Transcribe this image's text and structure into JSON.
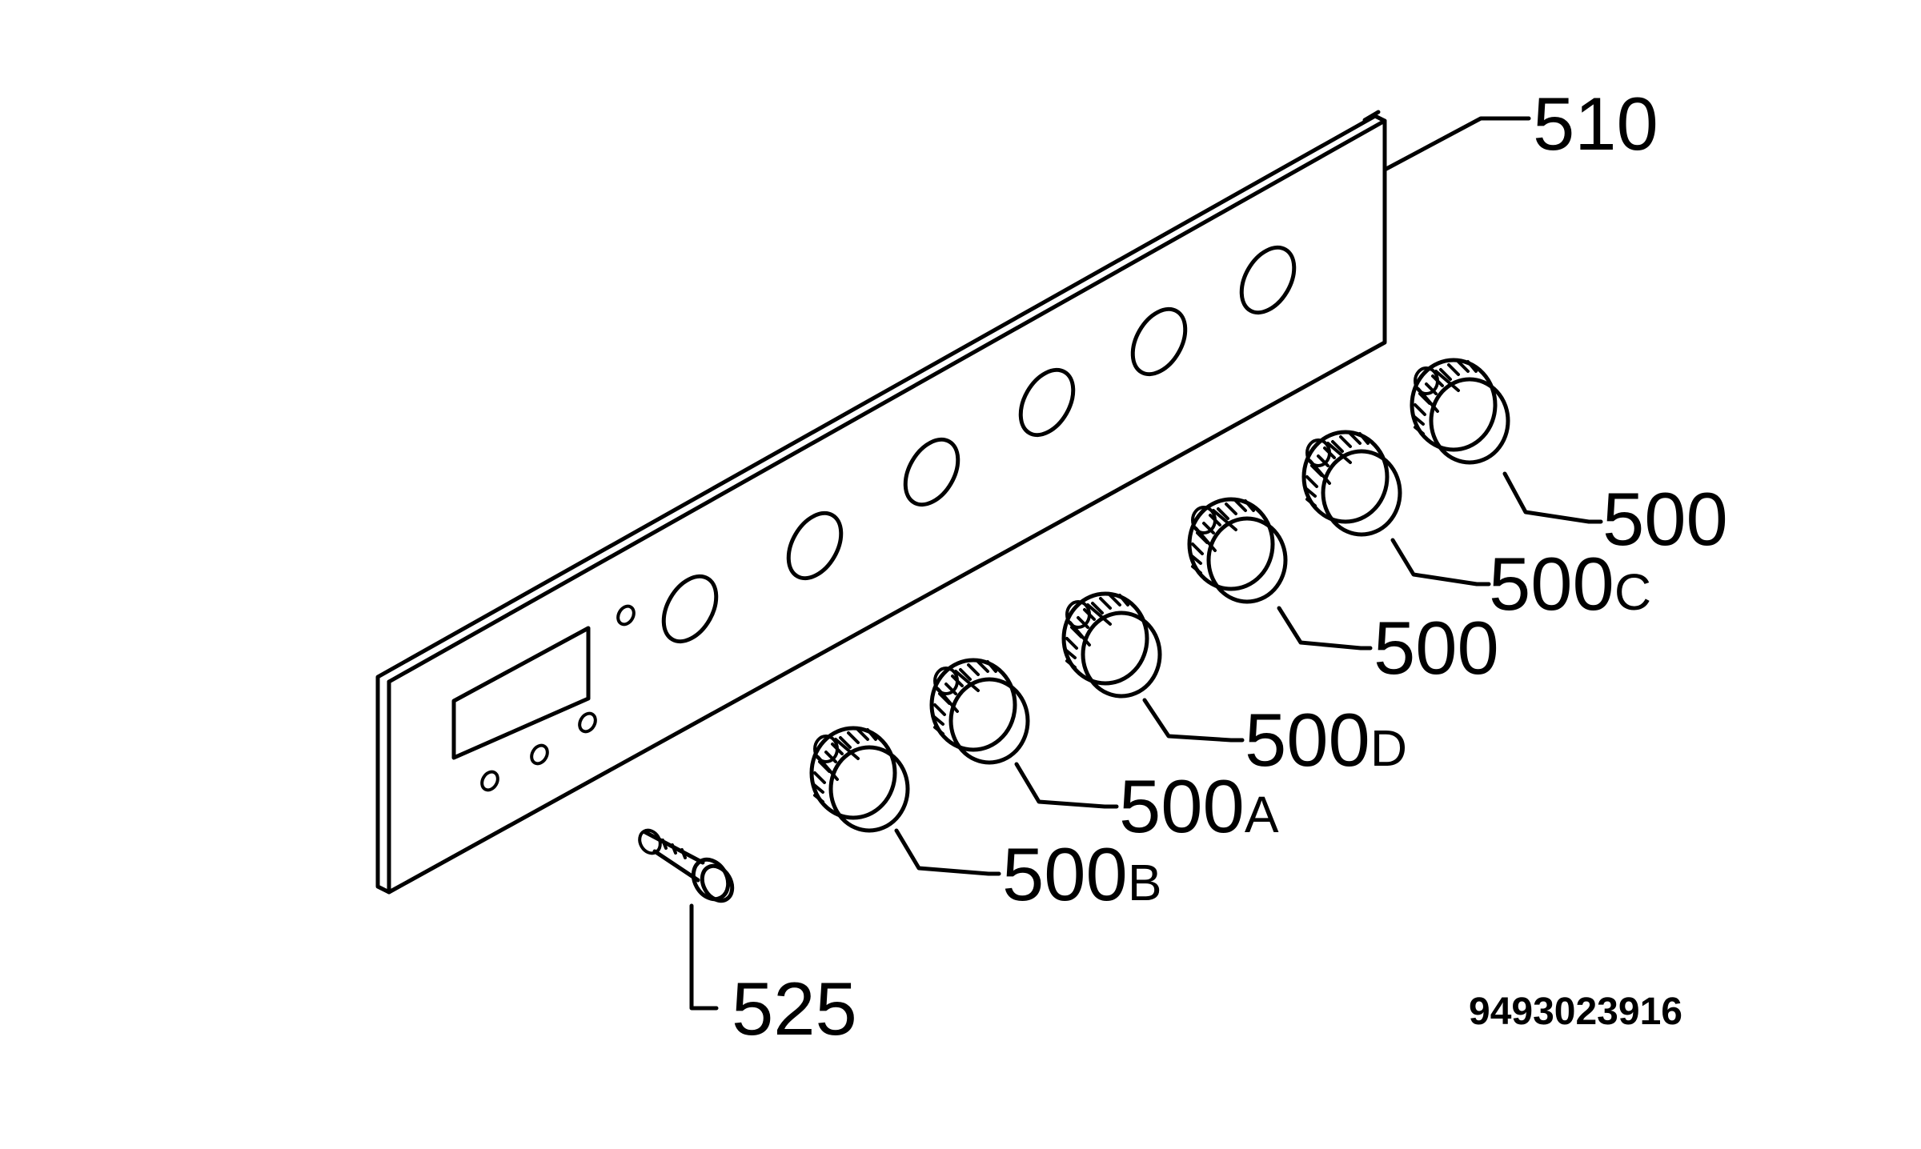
{
  "diagram": {
    "labels": {
      "panel": {
        "num": "510",
        "suffix": ""
      },
      "knob_1": {
        "num": "500",
        "suffix": ""
      },
      "knob_c": {
        "num": "500",
        "suffix": "C"
      },
      "knob_2": {
        "num": "500",
        "suffix": ""
      },
      "knob_d": {
        "num": "500",
        "suffix": "D"
      },
      "knob_a": {
        "num": "500",
        "suffix": "A"
      },
      "knob_b": {
        "num": "500",
        "suffix": "B"
      },
      "screw": {
        "num": "525",
        "suffix": ""
      }
    },
    "document_number": "9493023916"
  },
  "colors": {
    "ink": "#000000",
    "background": "#ffffff"
  }
}
